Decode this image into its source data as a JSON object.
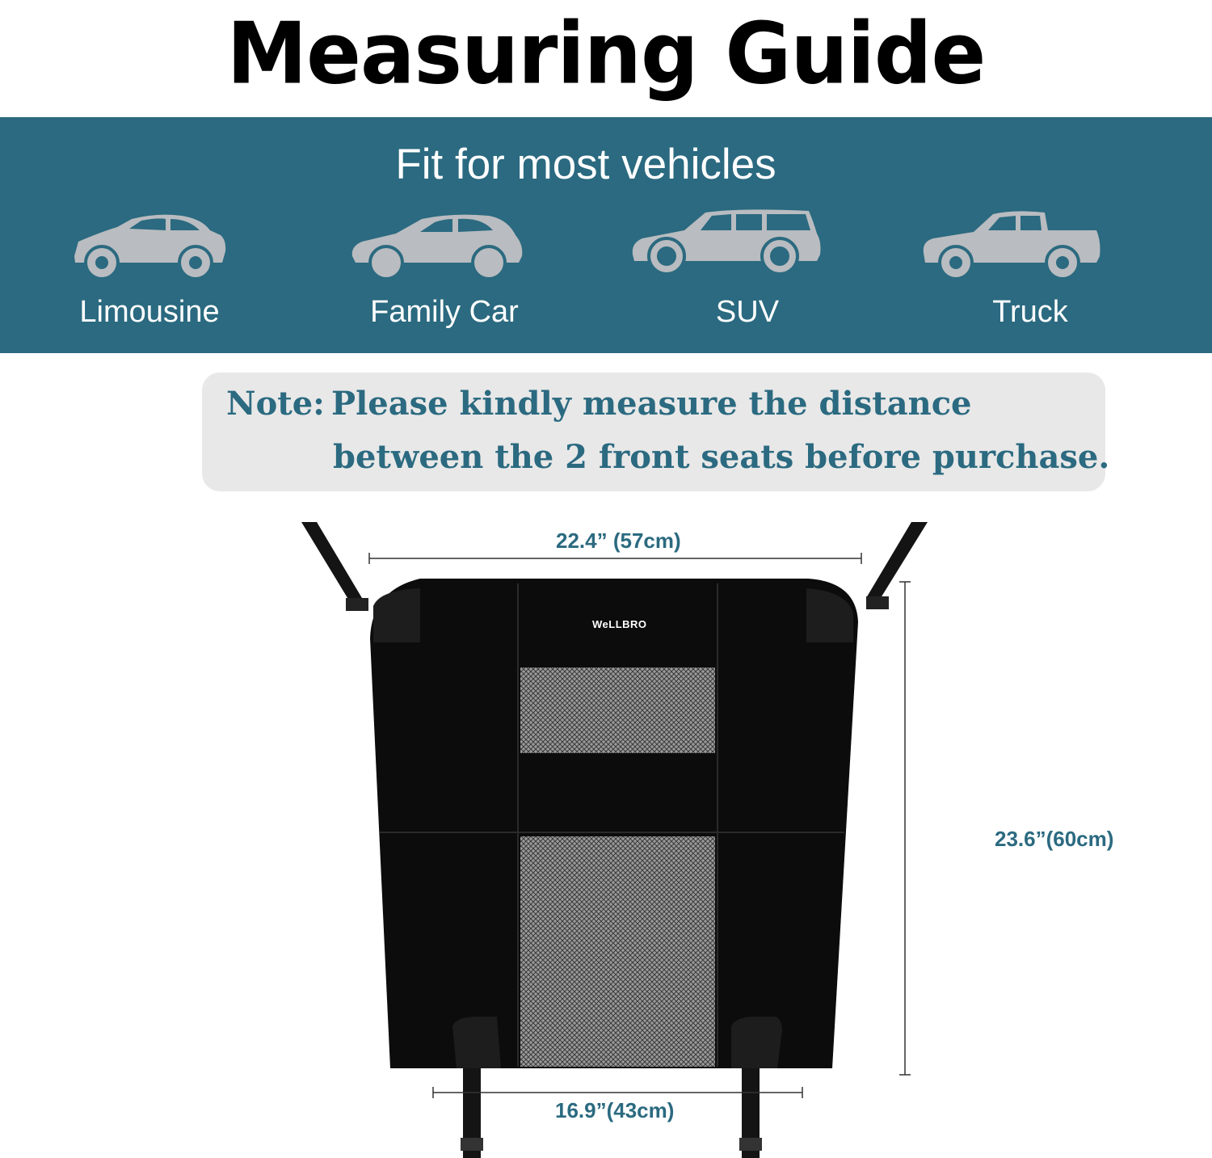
{
  "title": "Measuring Guide",
  "band": {
    "heading": "Fit for most vehicles",
    "vehicles": [
      {
        "label": "Limousine",
        "icon": "sedan-icon"
      },
      {
        "label": "Family Car",
        "icon": "hatchback-icon"
      },
      {
        "label": "SUV",
        "icon": "suv-icon"
      },
      {
        "label": "Truck",
        "icon": "pickup-truck-icon"
      }
    ]
  },
  "note": {
    "prefix": "Note:",
    "line1": "Please kindly measure the distance",
    "line2": "between the 2 front seats before purchase."
  },
  "product": {
    "brand": "WeLLBRO",
    "top_width": "22.4” (57cm)",
    "height": "23.6”(60cm)",
    "bottom_width": "16.9”(43cm)"
  },
  "colors": {
    "band": "#2b6a80",
    "note_bg": "#e8e8e8",
    "accent_text": "#2b6a80"
  }
}
